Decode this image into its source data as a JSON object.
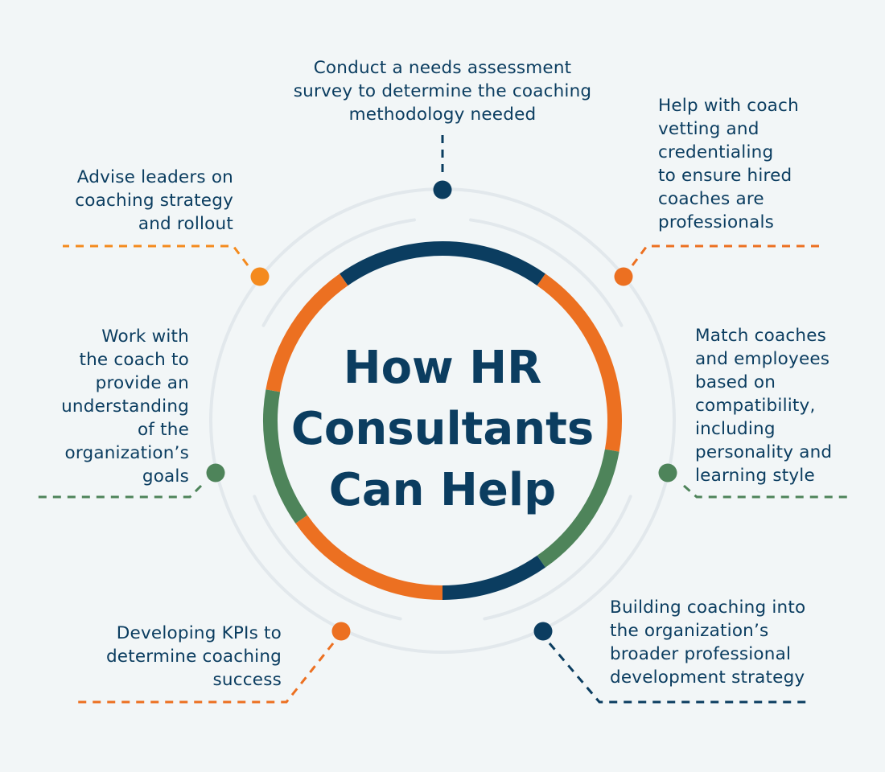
{
  "title": "How HR\nConsultants\nCan Help",
  "colors": {
    "navy": "#0b3d60",
    "orange": "#ec7021",
    "green": "#4e845a",
    "light_orange": "#f48a1e",
    "guide_ring": "#e2e8ec",
    "background": "#f2f6f7"
  },
  "ring_segments": [
    {
      "color": "navy",
      "start_deg": -35,
      "end_deg": 35
    },
    {
      "color": "orange",
      "start_deg": 35,
      "end_deg": 100
    },
    {
      "color": "green",
      "start_deg": 100,
      "end_deg": 145
    },
    {
      "color": "navy",
      "start_deg": 145,
      "end_deg": 180
    },
    {
      "color": "orange",
      "start_deg": 180,
      "end_deg": 235
    },
    {
      "color": "green",
      "start_deg": 235,
      "end_deg": 280
    },
    {
      "color": "orange",
      "start_deg": 280,
      "end_deg": 325
    }
  ],
  "items": [
    {
      "id": "needs-assessment",
      "text": "Conduct a needs assessment\nsurvey to determine the coaching\nmethodology needed",
      "color": "navy"
    },
    {
      "id": "coach-vetting",
      "text": "Help with coach\nvetting and\ncredentialing\nto ensure hired\ncoaches are\nprofessionals",
      "color": "orange"
    },
    {
      "id": "match-coaches",
      "text": "Match coaches\nand employees\nbased on\ncompatibility,\nincluding\npersonality and\nlearning style",
      "color": "green"
    },
    {
      "id": "professional-development",
      "text": "Building coaching into\nthe organization’s\nbroader professional\ndevelopment strategy",
      "color": "navy"
    },
    {
      "id": "develop-kpis",
      "text": "Developing KPIs to\ndetermine coaching\nsuccess",
      "color": "orange"
    },
    {
      "id": "work-with-coach",
      "text": "Work with\nthe coach to\nprovide an\nunderstanding\nof the\norganization’s\ngoals",
      "color": "green"
    },
    {
      "id": "advise-leaders",
      "text": "Advise leaders on\ncoaching strategy\nand rollout",
      "color": "light_orange"
    }
  ]
}
